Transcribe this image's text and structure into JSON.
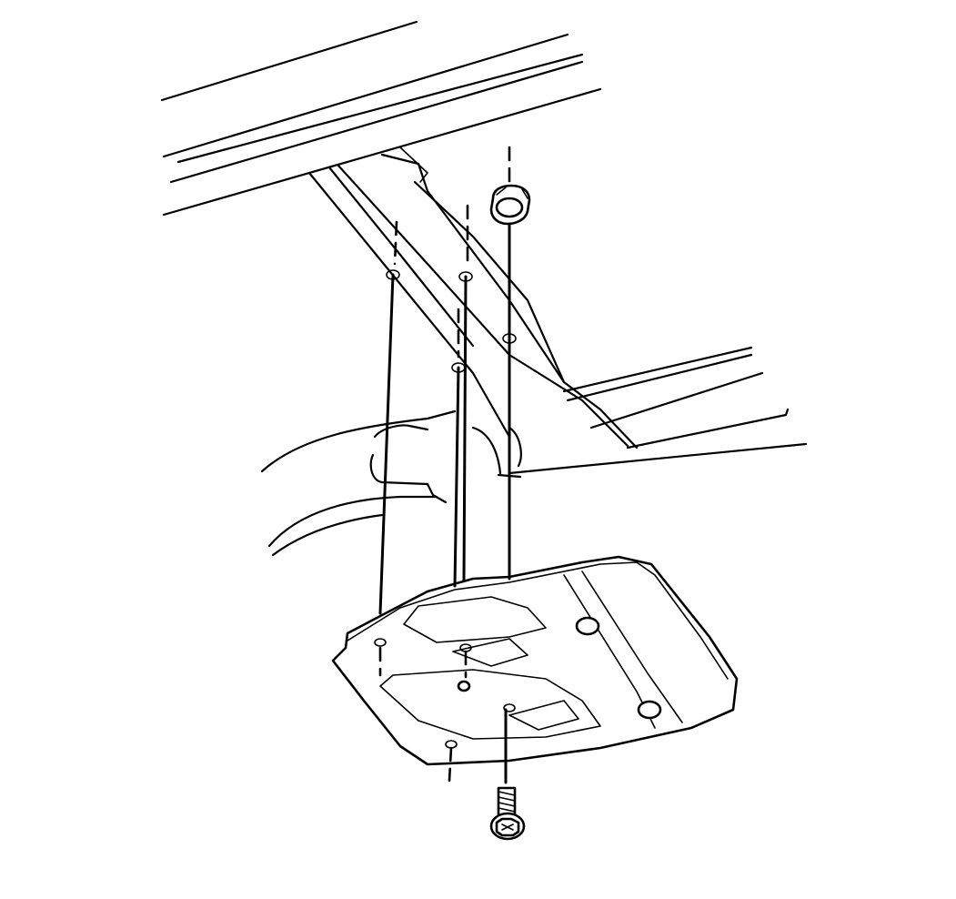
{
  "diagram": {
    "parts": {
      "frame": "vehicle-frame",
      "crossmember": "frame-crossmember",
      "skid_plate": "skid-plate",
      "nut": "nut",
      "bolt": "bolt"
    }
  }
}
